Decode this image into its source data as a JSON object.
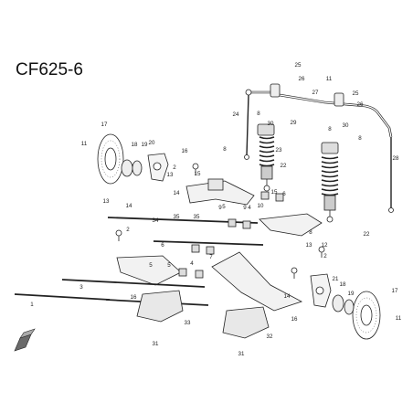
{
  "diagram": {
    "title": "CF625-6",
    "callouts": [
      {
        "label": "1"
      },
      {
        "label": "2"
      },
      {
        "label": "3"
      },
      {
        "label": "4"
      },
      {
        "label": "5"
      },
      {
        "label": "6"
      },
      {
        "label": "7"
      },
      {
        "label": "8"
      },
      {
        "label": "9"
      },
      {
        "label": "10"
      },
      {
        "label": "11"
      },
      {
        "label": "12"
      },
      {
        "label": "13"
      },
      {
        "label": "14"
      },
      {
        "label": "15"
      },
      {
        "label": "16"
      },
      {
        "label": "17"
      },
      {
        "label": "18"
      },
      {
        "label": "19"
      },
      {
        "label": "20"
      },
      {
        "label": "21"
      },
      {
        "label": "22"
      },
      {
        "label": "23"
      },
      {
        "label": "24"
      },
      {
        "label": "25"
      },
      {
        "label": "26"
      },
      {
        "label": "27"
      },
      {
        "label": "28"
      },
      {
        "label": "29"
      },
      {
        "label": "30"
      },
      {
        "label": "31"
      },
      {
        "label": "32"
      },
      {
        "label": "33"
      },
      {
        "label": "34"
      },
      {
        "label": "35"
      }
    ]
  }
}
